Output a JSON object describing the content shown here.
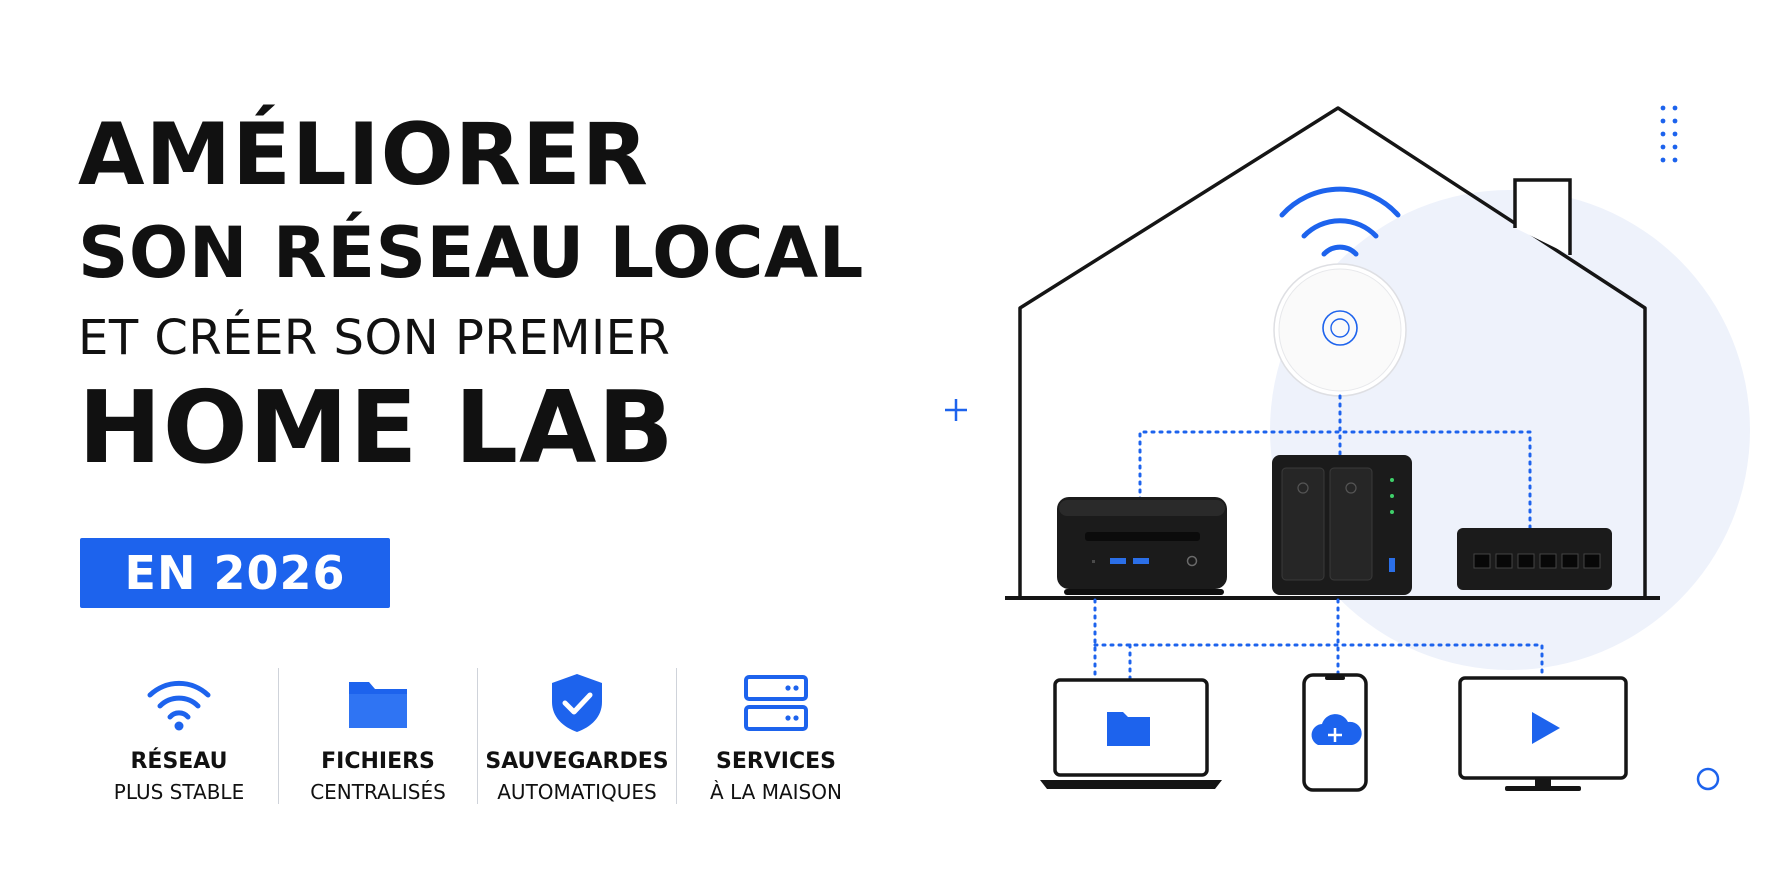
{
  "headline": {
    "line1": "AMÉLIORER",
    "line2": "SON RÉSEAU LOCAL",
    "line3": "ET CRÉER SON PREMIER",
    "line4": "HOME LAB"
  },
  "badge": {
    "label": "EN 2026"
  },
  "features": [
    {
      "icon": "wifi-icon",
      "line1": "RÉSEAU",
      "line2": "PLUS STABLE"
    },
    {
      "icon": "folder-icon",
      "line1": "FICHIERS",
      "line2": "CENTRALISÉS"
    },
    {
      "icon": "shield-check-icon",
      "line1": "SAUVEGARDES",
      "line2": "AUTOMATIQUES"
    },
    {
      "icon": "server-icon",
      "line1": "SERVICES",
      "line2": "À LA MAISON"
    }
  ],
  "colors": {
    "accent": "#1d63ed",
    "text": "#111111",
    "device": "#1b1b1b",
    "halo": "#eef2fb",
    "divider": "#cfd3da"
  }
}
